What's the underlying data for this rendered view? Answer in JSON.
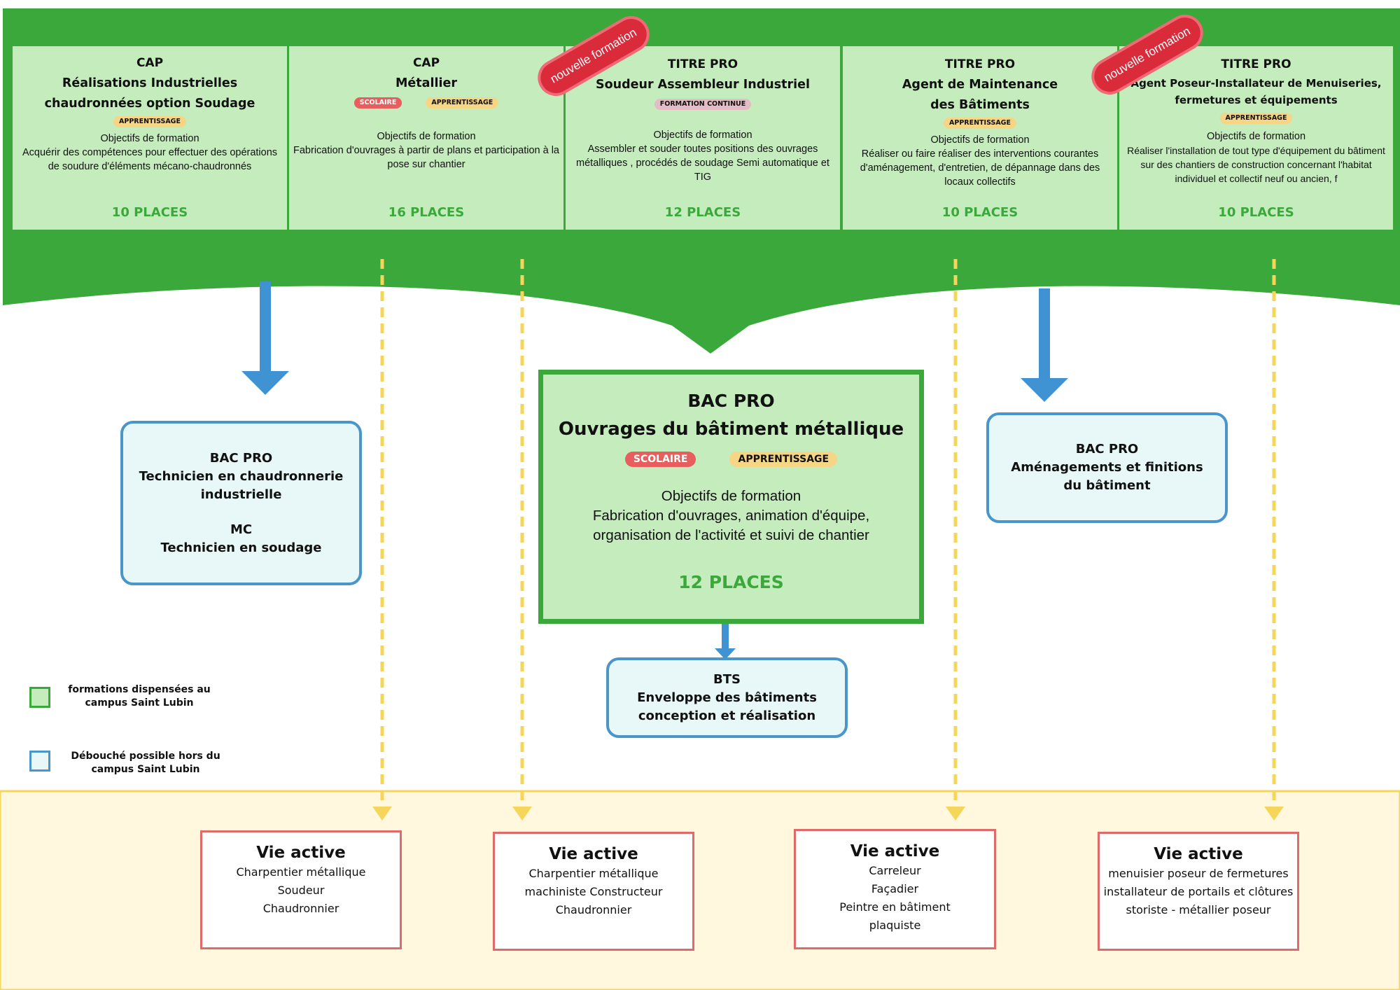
{
  "colors": {
    "green_dark": "#3aa83a",
    "green_light": "#c5ecbd",
    "blue_border": "#4a96c9",
    "blue_fill": "#e8f7f8",
    "blue_arrow": "#3f93d2",
    "yellow_dashed": "#f5d65a",
    "yellow_band": "#fff8df",
    "red_border": "#df6a6a",
    "ribbon_red": "#d92b3a",
    "badge_scolaire": "#e85d5d",
    "badge_apprentissage": "#f6d584",
    "badge_formation_continue": "#e4bcc6"
  },
  "top_formations": [
    {
      "level": "CAP",
      "name_lines": [
        "Réalisations Industrielles",
        "chaudronnées option Soudage"
      ],
      "badges": [
        "APPRENTISSAGE"
      ],
      "objectives_heading": "Objectifs de formation",
      "objectives": "Acquérir des compétences pour effectuer des opérations de soudure d'éléments mécano-chaudronnés",
      "places": "10 PLACES"
    },
    {
      "level": "CAP",
      "name_lines": [
        "Métallier"
      ],
      "badges": [
        "SCOLAIRE",
        "APPRENTISSAGE"
      ],
      "objectives_heading": "Objectifs de formation",
      "objectives": "Fabrication d'ouvrages à partir de plans et participation à la pose sur chantier",
      "places": "16 PLACES"
    },
    {
      "level": "TITRE PRO",
      "name_lines": [
        "Soudeur Assembleur Industriel"
      ],
      "badges": [
        "FORMATION CONTINUE"
      ],
      "ribbon": "nouvelle formation",
      "objectives_heading": "Objectifs de formation",
      "objectives": "Assembler et souder toutes positions des ouvrages métalliques , procédés de soudage Semi automatique  et TIG",
      "places": "12 PLACES"
    },
    {
      "level": "TITRE PRO",
      "name_lines": [
        "Agent de Maintenance",
        "des Bâtiments"
      ],
      "badges": [
        "APPRENTISSAGE"
      ],
      "objectives_heading": "Objectifs de formation",
      "objectives": "Réaliser ou faire réaliser des interventions courantes d'aménagement, d'entretien, de dépannage dans des locaux collectifs",
      "places": "10 PLACES"
    },
    {
      "level": "TITRE PRO",
      "name_lines": [
        "Agent Poseur-Installateur de Menuiseries,",
        "fermetures et équipements"
      ],
      "badges": [
        "APPRENTISSAGE"
      ],
      "ribbon": "nouvelle formation",
      "objectives_heading": "Objectifs de formation",
      "objectives": "Réaliser l'installation de tout type d'équipement du bâtiment  sur des chantiers de construction concernant l'habitat individuel et collectif neuf ou ancien, f",
      "places": "10 PLACES"
    }
  ],
  "center_formation": {
    "level": "BAC PRO",
    "name": "Ouvrages du bâtiment métallique",
    "badges": [
      "SCOLAIRE",
      "APPRENTISSAGE"
    ],
    "objectives_heading": "Objectifs de formation",
    "objectives_lines": [
      "Fabrication d'ouvrages, animation d'équipe,",
      "organisation de l'activité et suivi de chantier"
    ],
    "places": "12 PLACES"
  },
  "outside_boxes": {
    "left": {
      "line1": "BAC PRO",
      "line2": "Technicien en chaudronnerie",
      "line3": "industrielle",
      "line4": "MC",
      "line5": "Technicien en soudage"
    },
    "right": {
      "line1": "BAC PRO",
      "line2": "Aménagements et finitions",
      "line3": "du bâtiment"
    },
    "bts": {
      "line1": "BTS",
      "line2": "Enveloppe des bâtiments",
      "line3": "conception et réalisation"
    }
  },
  "legend": [
    {
      "text_lines": [
        "formations dispensées au",
        "campus Saint Lubin"
      ],
      "color": "#3aa83a",
      "fill": "#c5ecbd"
    },
    {
      "text_lines": [
        "Débouché possible hors du",
        "campus Saint Lubin"
      ],
      "color": "#4a96c9",
      "fill": "#e8f7f8"
    }
  ],
  "vie_active": [
    {
      "title": "Vie active",
      "jobs": [
        "Charpentier métallique",
        "Soudeur",
        "Chaudronnier"
      ]
    },
    {
      "title": "Vie active",
      "jobs": [
        "Charpentier métallique",
        "machiniste Constructeur",
        "Chaudronnier"
      ]
    },
    {
      "title": "Vie active",
      "jobs": [
        "Carreleur",
        "Façadier",
        "Peintre en bâtiment",
        "plaquiste"
      ]
    },
    {
      "title": "Vie active",
      "jobs": [
        "menuisier poseur de fermetures",
        "installateur de portails et clôtures",
        "storiste - métallier poseur"
      ]
    }
  ]
}
